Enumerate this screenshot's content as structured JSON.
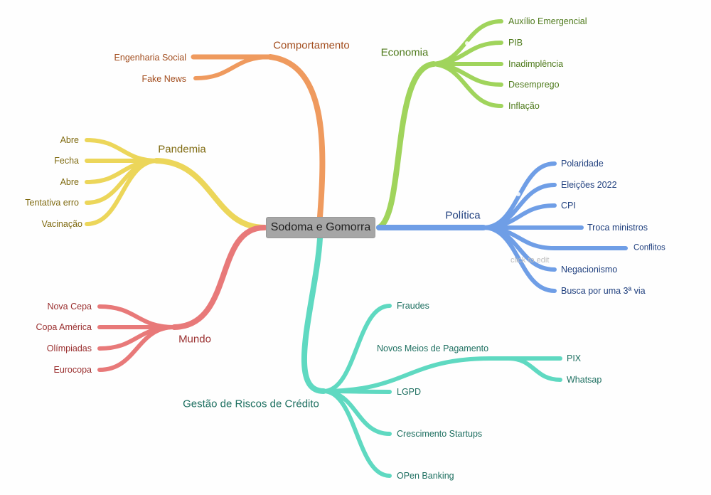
{
  "root": "Sodoma e Gomorra",
  "hint": "click to edit",
  "branches": [
    {
      "id": "comportamento",
      "label": "Comportamento",
      "color": "#ef9a5e",
      "text_color": "#a24d1e",
      "children": [
        "Engenharia Social",
        "Fake News"
      ]
    },
    {
      "id": "economia",
      "label": "Economia",
      "color": "#a0d45c",
      "text_color": "#4e7a1b",
      "children": [
        "Auxílio Emergencial",
        "PIB",
        "Inadimplência",
        "Desemprego",
        "Inflação"
      ]
    },
    {
      "id": "pandemia",
      "label": "Pandemia",
      "color": "#ecd65a",
      "text_color": "#7f6a10",
      "children": [
        "Abre",
        "Fecha",
        "Abre",
        "Tentativa erro",
        "Vacinação"
      ]
    },
    {
      "id": "politica",
      "label": "Política",
      "color": "#6f9ee6",
      "text_color": "#1f3f7e",
      "children": [
        "Polaridade",
        "Eleições 2022",
        "CPI",
        "Troca ministros",
        "Conflitos",
        "Negacionismo",
        "Busca por uma 3ª via"
      ]
    },
    {
      "id": "mundo",
      "label": "Mundo",
      "color": "#e87979",
      "text_color": "#9a2f2f",
      "children": [
        "Nova Cepa",
        "Copa América",
        "Olímpiadas",
        "Eurocopa"
      ]
    },
    {
      "id": "gestao",
      "label": "Gestão de Riscos de Crédito",
      "color": "#5fd9c1",
      "text_color": "#1d6f60",
      "children": [
        "Fraudes",
        "Novos Meios de Pagamento",
        "LGPD",
        "Crescimento Startups",
        "OPen Banking"
      ]
    },
    {
      "id": "novos-meios",
      "label": "Novos Meios de Pagamento",
      "color": "#5fd9c1",
      "text_color": "#1d6f60",
      "children": [
        "PIX",
        "Whatsap"
      ]
    }
  ]
}
